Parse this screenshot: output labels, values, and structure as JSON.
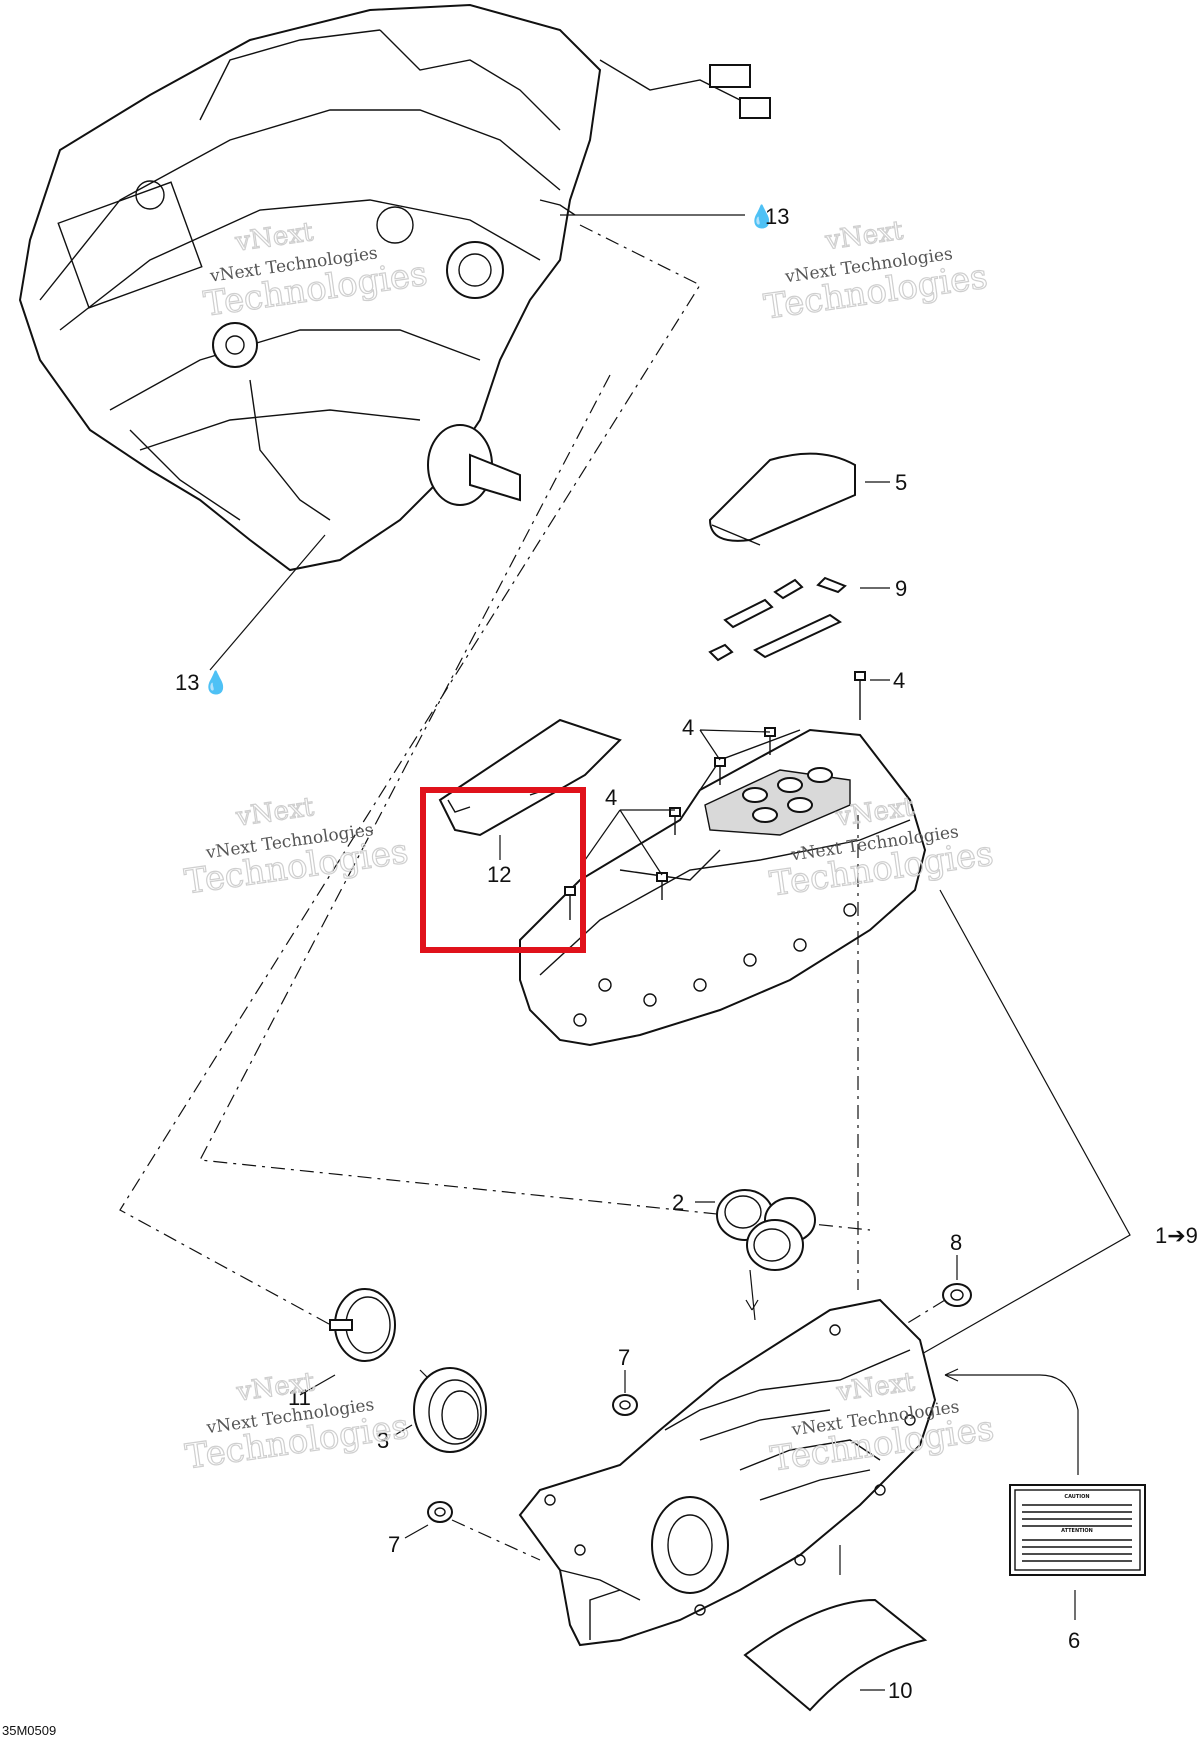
{
  "diagram": {
    "callouts": [
      {
        "id": "c13-top",
        "text": "13"
      },
      {
        "id": "c13-left",
        "text": "13"
      },
      {
        "id": "c5",
        "text": "5"
      },
      {
        "id": "c9",
        "text": "9"
      },
      {
        "id": "c4-a",
        "text": "4"
      },
      {
        "id": "c4-b",
        "text": "4"
      },
      {
        "id": "c4-c",
        "text": "4"
      },
      {
        "id": "c12",
        "text": "12"
      },
      {
        "id": "c2",
        "text": "2"
      },
      {
        "id": "c8",
        "text": "8"
      },
      {
        "id": "c1-9",
        "text": "1➔9"
      },
      {
        "id": "c7-a",
        "text": "7"
      },
      {
        "id": "c11",
        "text": "11"
      },
      {
        "id": "c3",
        "text": "3"
      },
      {
        "id": "c7-b",
        "text": "7"
      },
      {
        "id": "c6",
        "text": "6"
      },
      {
        "id": "c10",
        "text": "10"
      }
    ],
    "drawing_code": "35M0509",
    "watermark": {
      "line1": "vNext",
      "line2": "vNext Technologies",
      "line3": "Technologies"
    },
    "caution_label": {
      "heading1": "CAUTION",
      "heading2": "ATTENTION"
    },
    "highlight_color": "#e0121b"
  }
}
